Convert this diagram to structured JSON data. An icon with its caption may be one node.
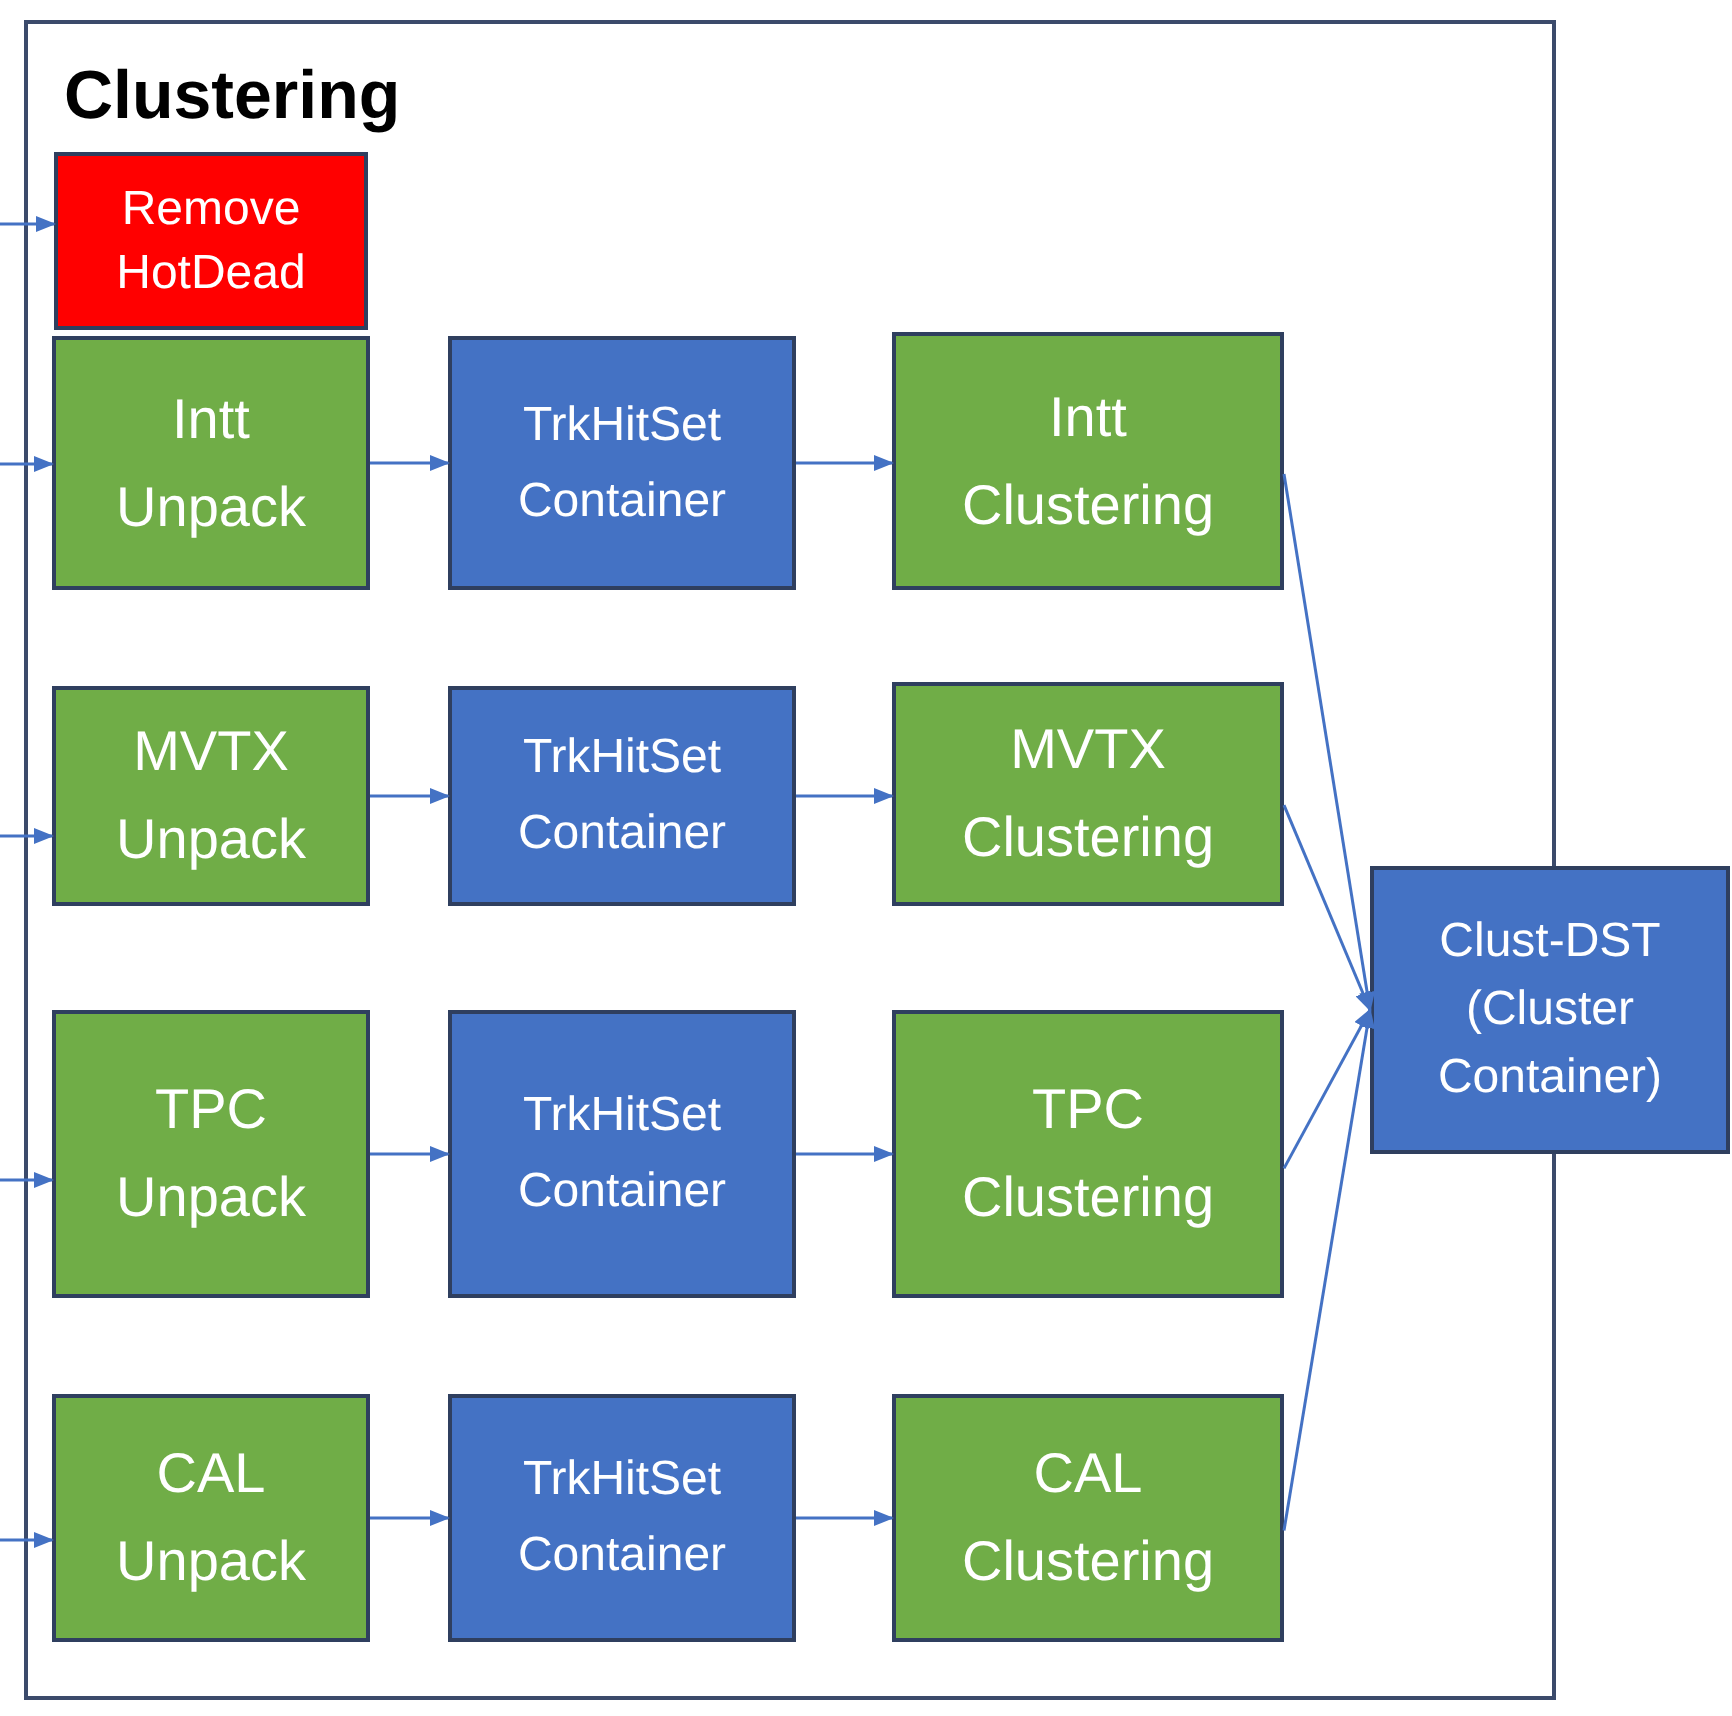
{
  "diagram": {
    "nodes": [
      {
        "text": [
          "Clustering"
        ]
      },
      {
        "text": [
          "Remove HotDead"
        ],
        "in": 0
      },
      {
        "text": [
          "Intt Unpack"
        ],
        "in": 0
      },
      {
        "text": [
          "TrkHitSet Container"
        ],
        "in": 0
      },
      {
        "text": [
          "Intt Clustering"
        ],
        "in": 0
      },
      {
        "text": [
          "MVTX Unpack"
        ],
        "in": 0
      },
      {
        "text": [
          "TrkHitSet Container"
        ],
        "in": 0
      },
      {
        "text": [
          "MVTX Clustering"
        ],
        "in": 0
      },
      {
        "text": [
          "TPC Unpack"
        ],
        "in": 0
      },
      {
        "text": [
          "TrkHitSet Container"
        ],
        "in": 0
      },
      {
        "text": [
          "TPC Clustering"
        ],
        "in": 0
      },
      {
        "text": [
          "CAL Unpack"
        ],
        "in": 0
      },
      {
        "text": [
          "TrkHitSet Container"
        ],
        "in": 0
      },
      {
        "text": [
          "CAL Clustering"
        ],
        "in": 0
      },
      {
        "text": [
          "Clust-DST (Cluster Container)"
        ]
      }
    ],
    "edges": [
      {
        "from": null,
        "to": 1,
        "arrow": "to"
      },
      {
        "from": null,
        "to": 2,
        "arrow": "to"
      },
      {
        "from": null,
        "to": 5,
        "arrow": "to"
      },
      {
        "from": null,
        "to": 8,
        "arrow": "to"
      },
      {
        "from": null,
        "to": 11,
        "arrow": "to"
      },
      {
        "from": 2,
        "to": 3,
        "arrow": "to"
      },
      {
        "from": 3,
        "to": 4,
        "arrow": "to"
      },
      {
        "from": 5,
        "to": 6,
        "arrow": "to"
      },
      {
        "from": 6,
        "to": 7,
        "arrow": "to"
      },
      {
        "from": 8,
        "to": 9,
        "arrow": "to"
      },
      {
        "from": 9,
        "to": 10,
        "arrow": "to"
      },
      {
        "from": 11,
        "to": 12,
        "arrow": "to"
      },
      {
        "from": 12,
        "to": 13,
        "arrow": "to"
      },
      {
        "from": 4,
        "to": 14,
        "arrow": "to"
      },
      {
        "from": 7,
        "to": 14,
        "arrow": "to"
      },
      {
        "from": 10,
        "to": 14,
        "arrow": "to"
      },
      {
        "from": 13,
        "to": 14,
        "arrow": "to"
      }
    ]
  }
}
